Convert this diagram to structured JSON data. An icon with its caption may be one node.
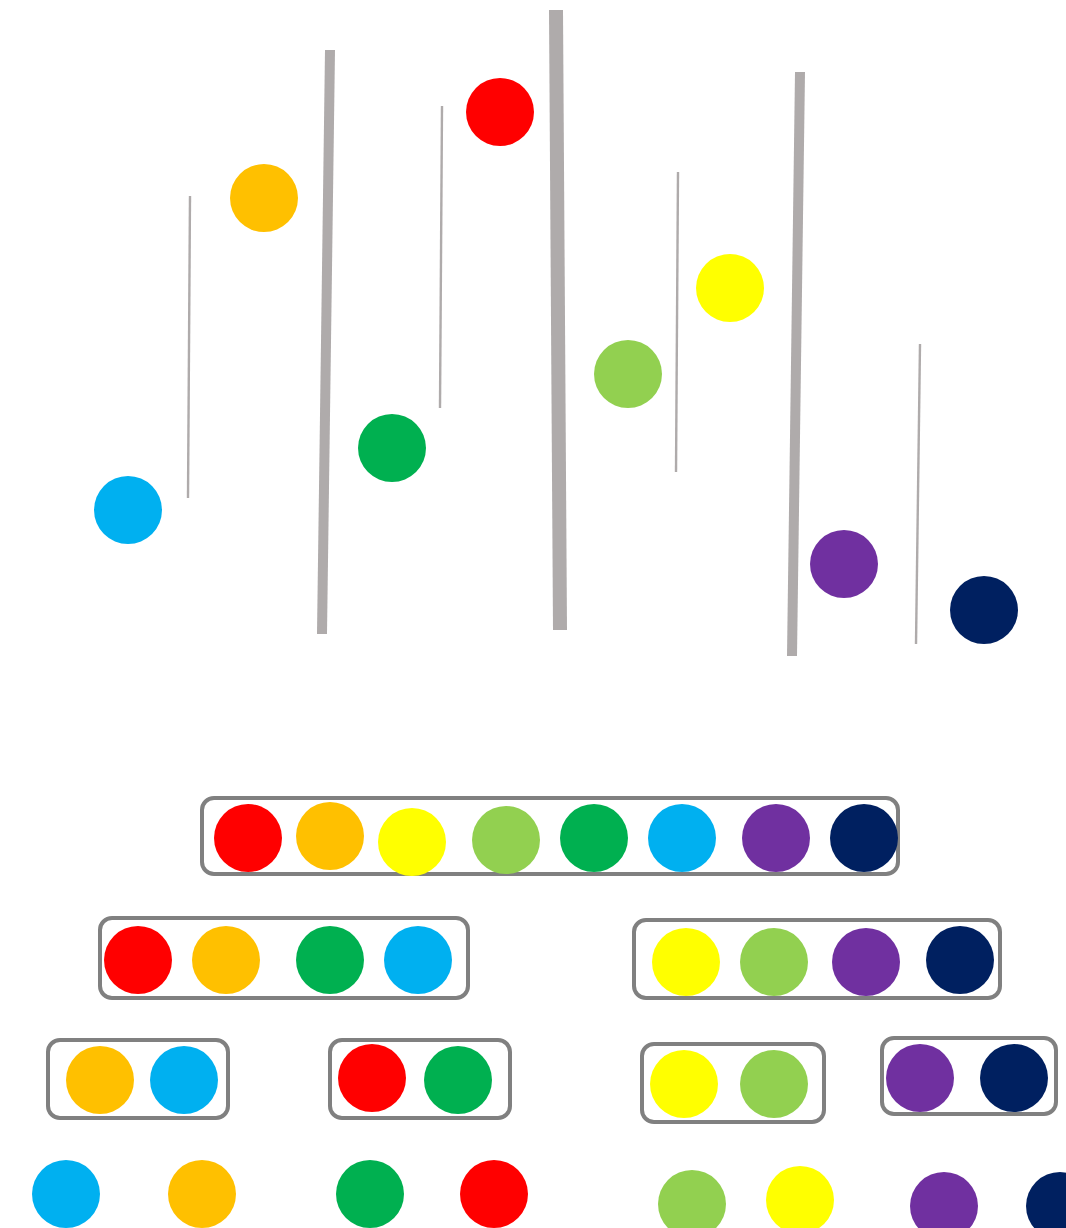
{
  "diagram": {
    "nodes": [
      {
        "text": [],
        "shape": "circle"
      },
      {
        "text": [],
        "shape": "circle"
      },
      {
        "text": [],
        "shape": "circle"
      },
      {
        "text": [],
        "shape": "circle"
      },
      {
        "text": [],
        "shape": "circle"
      },
      {
        "text": [],
        "shape": "circle"
      },
      {
        "text": [],
        "shape": "circle"
      },
      {
        "text": [],
        "shape": "circle"
      },
      {
        "text": [],
        "shape": "box"
      },
      {
        "text": [],
        "shape": "circle",
        "in": 8
      },
      {
        "text": [],
        "shape": "circle",
        "in": 8
      },
      {
        "text": [],
        "shape": "circle",
        "in": 8
      },
      {
        "text": [],
        "shape": "circle",
        "in": 8
      },
      {
        "text": [],
        "shape": "circle",
        "in": 8
      },
      {
        "text": [],
        "shape": "circle",
        "in": 8
      },
      {
        "text": [],
        "shape": "circle",
        "in": 8
      },
      {
        "text": [],
        "shape": "circle",
        "in": 8
      },
      {
        "text": [],
        "shape": "box"
      },
      {
        "text": [],
        "shape": "circle",
        "in": 17
      },
      {
        "text": [],
        "shape": "circle",
        "in": 17
      },
      {
        "text": [],
        "shape": "circle",
        "in": 17
      },
      {
        "text": [],
        "shape": "circle",
        "in": 17
      },
      {
        "text": [],
        "shape": "box"
      },
      {
        "text": [],
        "shape": "circle",
        "in": 22
      },
      {
        "text": [],
        "shape": "circle",
        "in": 22
      },
      {
        "text": [],
        "shape": "circle",
        "in": 22
      },
      {
        "text": [],
        "shape": "circle",
        "in": 22
      },
      {
        "text": [],
        "shape": "box"
      },
      {
        "text": [],
        "shape": "circle",
        "in": 27
      },
      {
        "text": [],
        "shape": "circle",
        "in": 27
      },
      {
        "text": [],
        "shape": "box"
      },
      {
        "text": [],
        "shape": "circle",
        "in": 30
      },
      {
        "text": [],
        "shape": "circle",
        "in": 30
      },
      {
        "text": [],
        "shape": "box"
      },
      {
        "text": [],
        "shape": "circle",
        "in": 33
      },
      {
        "text": [],
        "shape": "circle",
        "in": 33
      },
      {
        "text": [],
        "shape": "box"
      },
      {
        "text": [],
        "shape": "circle",
        "in": 36
      },
      {
        "text": [],
        "shape": "circle",
        "in": 36
      },
      {
        "text": [],
        "shape": "circle"
      },
      {
        "text": [],
        "shape": "circle"
      },
      {
        "text": [],
        "shape": "circle"
      },
      {
        "text": [],
        "shape": "circle"
      },
      {
        "text": [],
        "shape": "circle"
      },
      {
        "text": [],
        "shape": "circle"
      },
      {
        "text": [],
        "shape": "circle"
      },
      {
        "text": [],
        "shape": "circle"
      }
    ]
  }
}
